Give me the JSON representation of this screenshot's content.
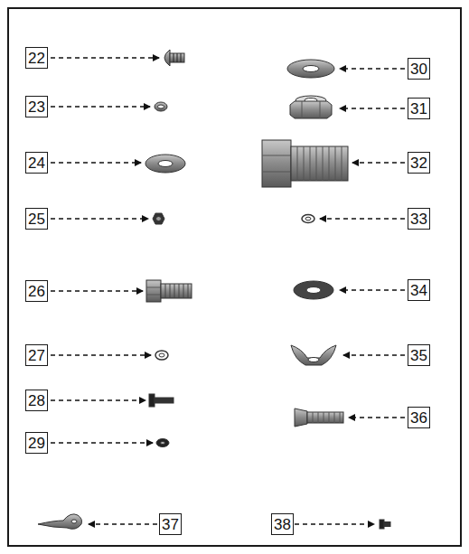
{
  "diagram": {
    "nodes": [
      {
        "text": [
          "22"
        ]
      },
      {
        "text": [
          "30"
        ]
      },
      {
        "text": [
          "23"
        ]
      },
      {
        "text": [
          "31"
        ]
      },
      {
        "text": [
          "24"
        ]
      },
      {
        "text": [
          "32"
        ]
      },
      {
        "text": [
          "25"
        ]
      },
      {
        "text": [
          "33"
        ]
      },
      {
        "text": [
          "26"
        ]
      },
      {
        "text": [
          "34"
        ]
      },
      {
        "text": [
          "27"
        ]
      },
      {
        "text": [
          "35"
        ]
      },
      {
        "text": [
          "28"
        ]
      },
      {
        "text": [
          "36"
        ]
      },
      {
        "text": [
          "29"
        ]
      },
      {
        "text": [
          "37"
        ]
      },
      {
        "text": [
          "38"
        ]
      }
    ]
  }
}
